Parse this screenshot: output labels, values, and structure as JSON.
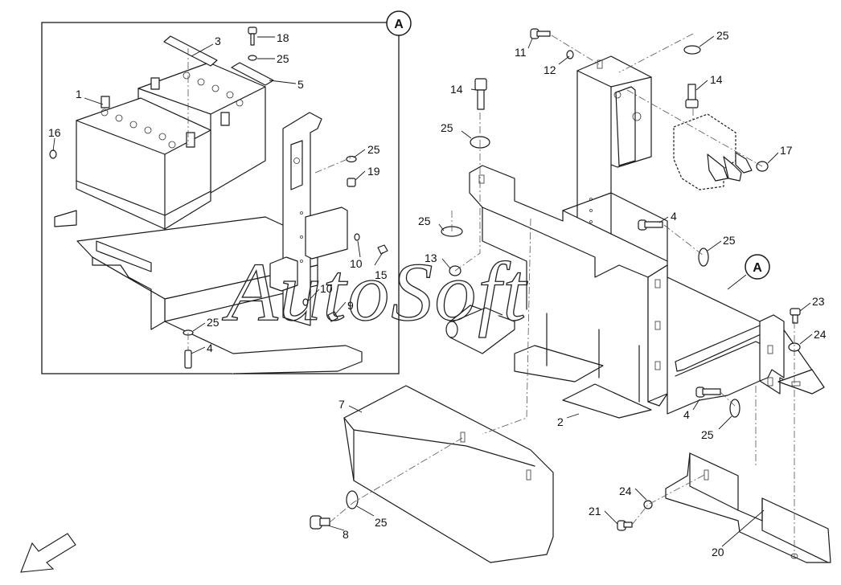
{
  "detail_marker": "A",
  "watermark": "AutoSoft",
  "callouts": [
    {
      "id": "c-1",
      "label": "1"
    },
    {
      "id": "c-3",
      "label": "3"
    },
    {
      "id": "c-18",
      "label": "18"
    },
    {
      "id": "c-25a",
      "label": "25"
    },
    {
      "id": "c-5",
      "label": "5"
    },
    {
      "id": "c-16",
      "label": "16"
    },
    {
      "id": "c-25b",
      "label": "25"
    },
    {
      "id": "c-19",
      "label": "19"
    },
    {
      "id": "c-10a",
      "label": "10"
    },
    {
      "id": "c-15",
      "label": "15"
    },
    {
      "id": "c-10b",
      "label": "10"
    },
    {
      "id": "c-9",
      "label": "9"
    },
    {
      "id": "c-25c",
      "label": "25"
    },
    {
      "id": "c-4a",
      "label": "4"
    },
    {
      "id": "c-11",
      "label": "11"
    },
    {
      "id": "c-12",
      "label": "12"
    },
    {
      "id": "c-25d",
      "label": "25"
    },
    {
      "id": "c-14a",
      "label": "14"
    },
    {
      "id": "c-14b",
      "label": "14"
    },
    {
      "id": "c-25e",
      "label": "25"
    },
    {
      "id": "c-17",
      "label": "17"
    },
    {
      "id": "c-25f",
      "label": "25"
    },
    {
      "id": "c-4b",
      "label": "4"
    },
    {
      "id": "c-25g",
      "label": "25"
    },
    {
      "id": "c-13",
      "label": "13"
    },
    {
      "id": "c-23",
      "label": "23"
    },
    {
      "id": "c-24a",
      "label": "24"
    },
    {
      "id": "c-7",
      "label": "7"
    },
    {
      "id": "c-2",
      "label": "2"
    },
    {
      "id": "c-4c",
      "label": "4"
    },
    {
      "id": "c-25h",
      "label": "25"
    },
    {
      "id": "c-24b",
      "label": "24"
    },
    {
      "id": "c-21",
      "label": "21"
    },
    {
      "id": "c-8",
      "label": "8"
    },
    {
      "id": "c-25i",
      "label": "25"
    },
    {
      "id": "c-20",
      "label": "20"
    }
  ]
}
